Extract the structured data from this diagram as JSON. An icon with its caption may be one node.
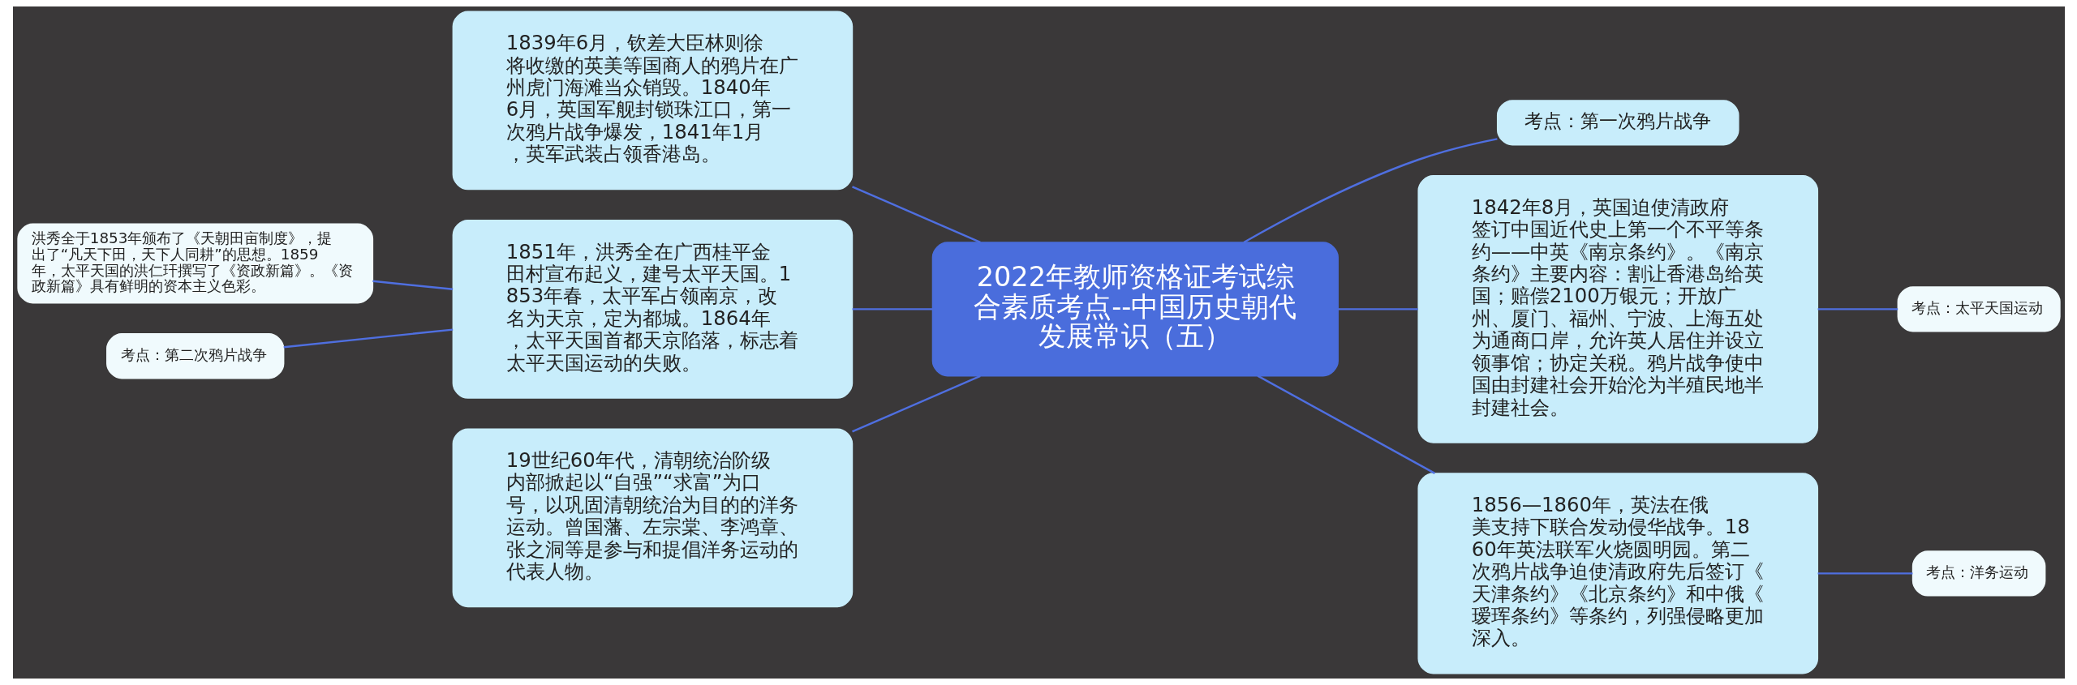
{
  "diagram": {
    "nodes": [
      {
        "text": [
          "2022年教师资格证考试综合素质考点--中国历史朝代发展常识（五）"
        ]
      },
      {
        "text": [
          "1839年6月，钦差大臣林则徐将收缴的英美等国商人的鸦片在广州虎门海滩当众销毁。1840年6月，英国军舰封锁珠江口，第一次鸦片战争爆发，1841年1月，英军武装占领香港岛。"
        ]
      },
      {
        "text": [
          "1851年，洪秀全在广西桂平金田村宣布起义，建号太平天国。1853年春，太平军占领南京，改名为天京，定为都城。1864年，太平天国首都天京陷落，标志着太平天国运动的失败。"
        ]
      },
      {
        "text": [
          "洪秀全于1853年颁布了《天朝田亩制度》，提出了“凡天下田，天下人同耕”的思想。1859年，太平天国的洪仁玕撰写了《资政新篇》。《资政新篇》具有鲜明的资本主义色彩。"
        ]
      },
      {
        "text": [
          "考点：第二次鸦片战争"
        ]
      },
      {
        "text": [
          "19世纪60年代，清朝统治阶级内部掀起以“自强”“求富”为口号，以巩固清朝统治为目的的洋务运动。曾国藩、左宗棠、李鸿章、张之洞等是参与和提倡洋务运动的代表人物。"
        ]
      },
      {
        "text": [
          "考点：第一次鸦片战争"
        ]
      },
      {
        "text": [
          "1842年8月，英国迫使清政府签订中国近代史上第一个不平等条约——中英《南京条约》。《南京条约》主要内容：割让香港岛给英国；赔偿2100万银元；开放广州、厦门、福州、宁波、上海五处为通商口岸，允许英人居住并设立领事馆；协定关税。鸦片战争使中国由封建社会开始沦为半殖民地半封建社会。"
        ]
      },
      {
        "text": [
          "考点：太平天国运动"
        ]
      },
      {
        "text": [
          "1856—1860年，英法在俄美支持下联合发动侵华战争。1860年英法联军火烧圆明园。第二次鸦片战争迫使清政府先后签订《天津条约》《北京条约》和中俄《瑷珲条约》等条约，列强侵略更加深入。"
        ]
      },
      {
        "text": [
          "考点：洋务运动"
        ]
      }
    ],
    "edges": [
      {
        "from": 1,
        "to": 0,
        "arrow": "none"
      },
      {
        "from": 3,
        "to": 2,
        "arrow": "none"
      },
      {
        "from": 4,
        "to": 2,
        "arrow": "none"
      },
      {
        "from": 2,
        "to": 0,
        "arrow": "none"
      },
      {
        "from": 5,
        "to": 0,
        "arrow": "none"
      },
      {
        "from": 0,
        "to": 6,
        "arrow": "none"
      },
      {
        "from": 0,
        "to": 7,
        "arrow": "none"
      },
      {
        "from": 7,
        "to": 8,
        "arrow": "none"
      },
      {
        "from": 0,
        "to": 9,
        "arrow": "none"
      },
      {
        "from": 9,
        "to": 10,
        "arrow": "none"
      }
    ]
  }
}
